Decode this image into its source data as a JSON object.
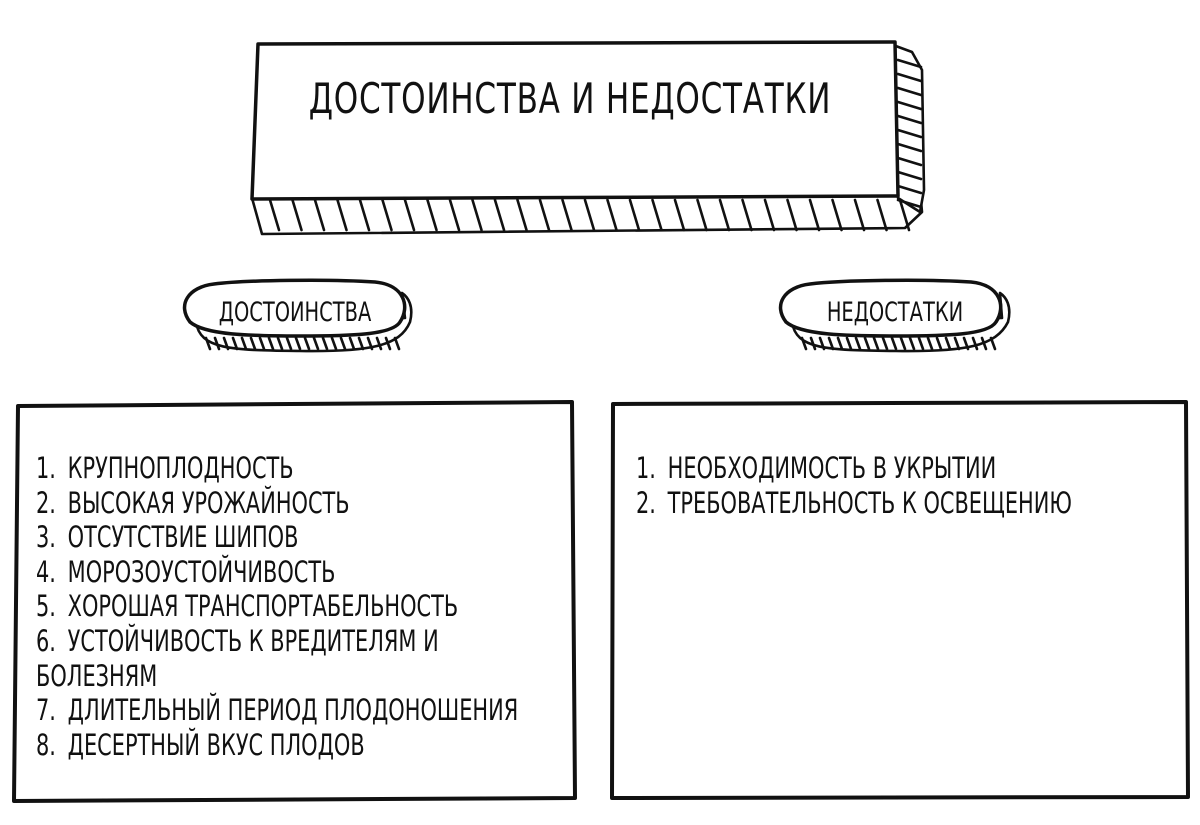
{
  "title": "ДОСТОИНСТВА И НЕДОСТАТКИ",
  "advantages": {
    "heading": "ДОСТОИНСТВА",
    "items": [
      {
        "num": "1.",
        "text": "КРУПНОПЛОДНОСТЬ"
      },
      {
        "num": "2.",
        "text": "ВЫСОКАЯ УРОЖАЙНОСТЬ"
      },
      {
        "num": "3.",
        "text": "ОТСУТСТВИЕ ШИПОВ"
      },
      {
        "num": "4.",
        "text": "МОРОЗОУСТОЙЧИВОСТЬ"
      },
      {
        "num": "5.",
        "text": "ХОРОШАЯ ТРАНСПОРТАБЕЛЬНОСТЬ"
      },
      {
        "num": "6.",
        "text": "УСТОЙЧИВОСТЬ К ВРЕДИТЕЛЯМ И БОЛЕЗНЯМ"
      },
      {
        "num": "7.",
        "text": "ДЛИТЕЛЬНЫЙ ПЕРИОД ПЛОДОНОШЕНИЯ"
      },
      {
        "num": "8.",
        "text": "ДЕСЕРТНЫЙ ВКУС ПЛОДОВ"
      }
    ]
  },
  "disadvantages": {
    "heading": "НЕДОСТАТКИ",
    "items": [
      {
        "num": "1.",
        "text": "НЕОБХОДИМОСТЬ В УКРЫТИИ"
      },
      {
        "num": "2.",
        "text": "ТРЕБОВАТЕЛЬНОСТЬ К ОСВЕЩЕНИЮ"
      }
    ]
  }
}
